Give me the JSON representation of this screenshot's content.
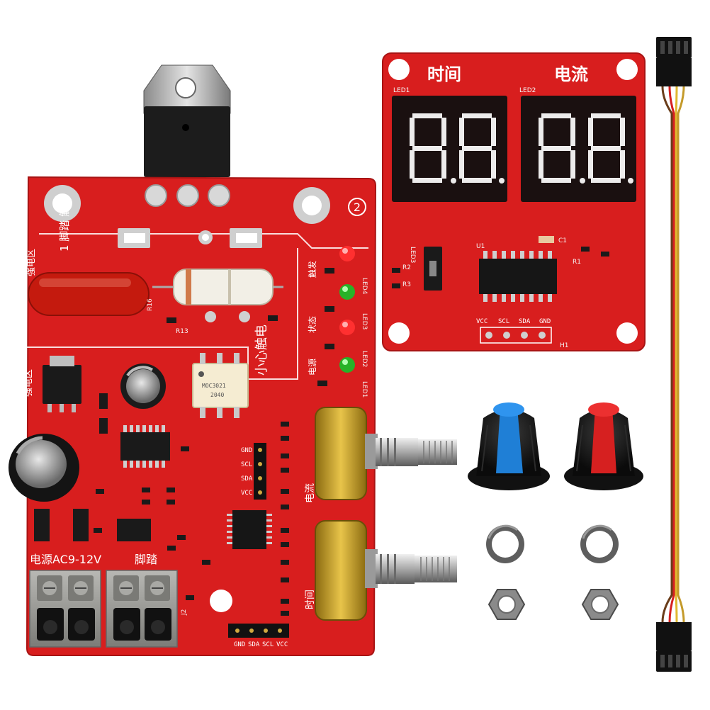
{
  "main_board": {
    "power_label": "电源AC9-12V",
    "pedal_label": "脚踏",
    "warning_label": "小心触电",
    "hv_area_label": "强电区",
    "trigger_label": "1 脚踏 触发",
    "number_2": "2",
    "status_labels": [
      "电源",
      "状态",
      "触发"
    ],
    "led_labels": [
      "LED4",
      "LED3",
      "LED2",
      "LED1"
    ],
    "optocoupler_text": [
      "MOC3021",
      "2040"
    ],
    "pot_labels": [
      "时间",
      "电流"
    ],
    "header_labels": [
      "GND",
      "SDA",
      "SCL",
      "VCC"
    ],
    "side_header_labels": [
      "GND",
      "SCL",
      "SDA",
      "VCC"
    ],
    "connector_label": "J2"
  },
  "display_board": {
    "title_left": "时间",
    "title_right": "电流",
    "led1_label": "LED1",
    "led2_label": "LED2",
    "chip_label": "U1",
    "cap_label": "C1",
    "header_labels": [
      "VCC",
      "SCL",
      "SDA",
      "GND"
    ],
    "header_ref": "H1",
    "resistor_labels": [
      "R1",
      "R2",
      "R3"
    ],
    "led3_label": "LED3"
  },
  "accessories": {
    "knob_colors": {
      "blue": "#1f7fd6",
      "red": "#d62020"
    },
    "cable_wire_colors": [
      "#c49a2a",
      "#d62020",
      "#e0b830",
      "#6a3d1a"
    ]
  },
  "colors": {
    "pcb_red": "#d81e1e",
    "pcb_dark": "#b01515",
    "display_black": "#1a1010",
    "terminal_grey": "#9a9a98"
  }
}
